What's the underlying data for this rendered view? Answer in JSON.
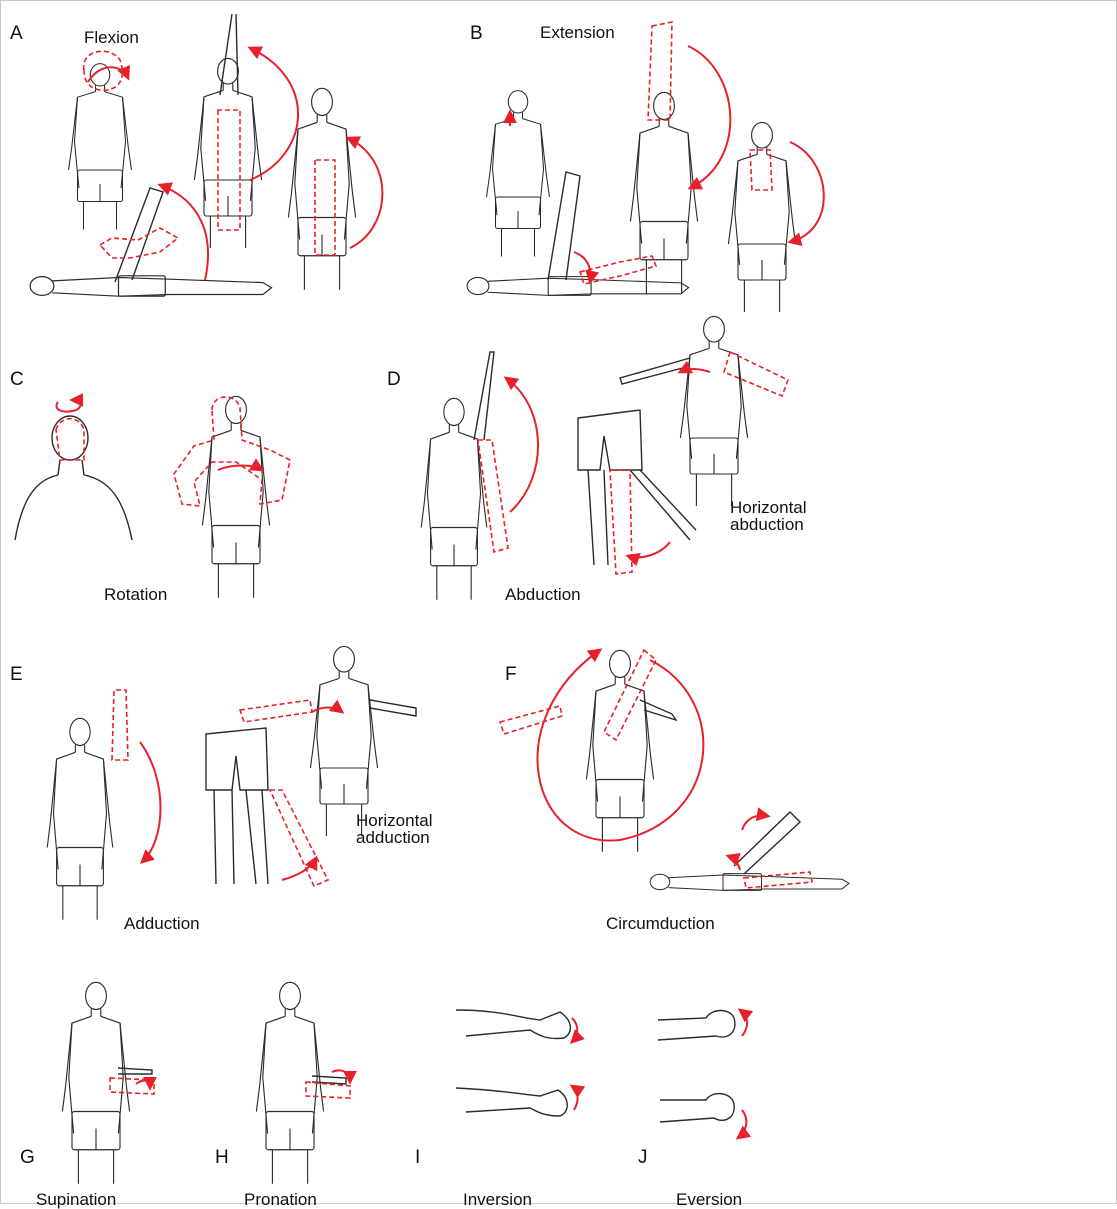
{
  "colors": {
    "accent": "#e8202a",
    "line": "#2a2a2a",
    "background": "#ffffff"
  },
  "panels": {
    "A": {
      "letter": "A",
      "caption": "Flexion"
    },
    "B": {
      "letter": "B",
      "caption": "Extension"
    },
    "C": {
      "letter": "C",
      "caption": "Rotation"
    },
    "D": {
      "letter": "D",
      "caption": "Abduction",
      "extra_caption": [
        "Horizontal",
        "abduction"
      ]
    },
    "E": {
      "letter": "E",
      "caption": "Adduction",
      "extra_caption": [
        "Horizontal",
        "adduction"
      ]
    },
    "F": {
      "letter": "F",
      "caption": "Circumduction"
    },
    "G": {
      "letter": "G",
      "caption": "Supination"
    },
    "H": {
      "letter": "H",
      "caption": "Pronation"
    },
    "I": {
      "letter": "I",
      "caption": "Inversion"
    },
    "J": {
      "letter": "J",
      "caption": "Eversion"
    }
  },
  "icons": [
    "human-figure-outline",
    "motion-arrow",
    "dashed-limb-position"
  ]
}
